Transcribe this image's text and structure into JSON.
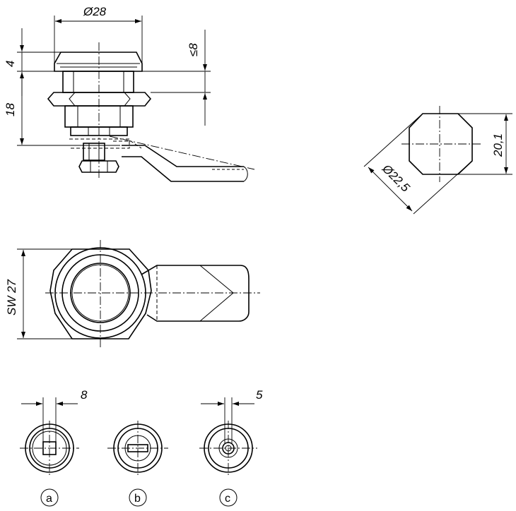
{
  "dimensions": {
    "outer_diameter": "Ø28",
    "head_height": "4",
    "thread_length": "18",
    "max_panel": "≤8",
    "cutout_flat": "20,1",
    "cutout_diameter": "Ø22,5",
    "wrench_size": "SW 27",
    "variant_a_size": "8",
    "variant_c_size": "5"
  },
  "variants": {
    "a": "a",
    "b": "b",
    "c": "c"
  }
}
